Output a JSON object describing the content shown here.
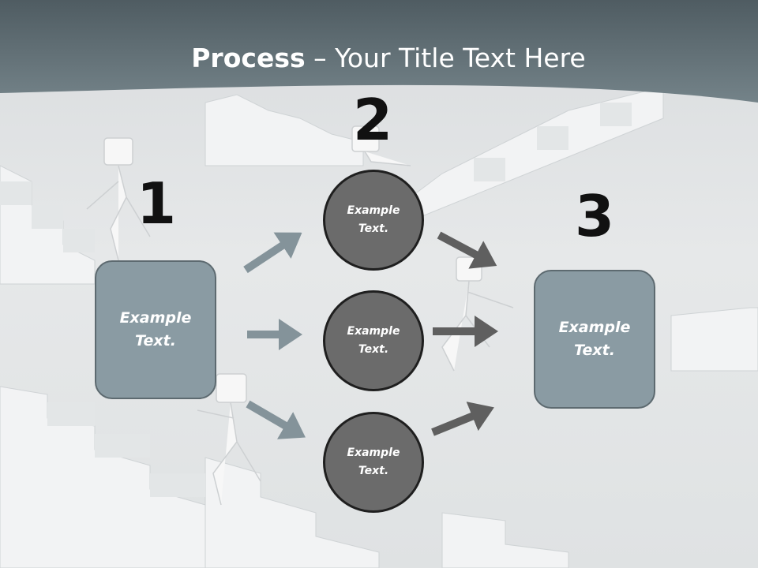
{
  "title": {
    "bold": "Process",
    "rest": " – Your Title Text Here"
  },
  "steps": {
    "one": "1",
    "two": "2",
    "three": "3"
  },
  "left_box": {
    "text": "Example Text."
  },
  "circles": [
    {
      "text": "Example Text."
    },
    {
      "text": "Example Text."
    },
    {
      "text": "Example Text."
    }
  ],
  "right_box": {
    "text": "Example Text."
  },
  "colors": {
    "banner": "#5e6b71",
    "box_fill": "#8a9ba3",
    "circle_fill": "#6b6b6b",
    "left_arrows": "#84939a",
    "right_arrows": "#5f5f5f"
  }
}
